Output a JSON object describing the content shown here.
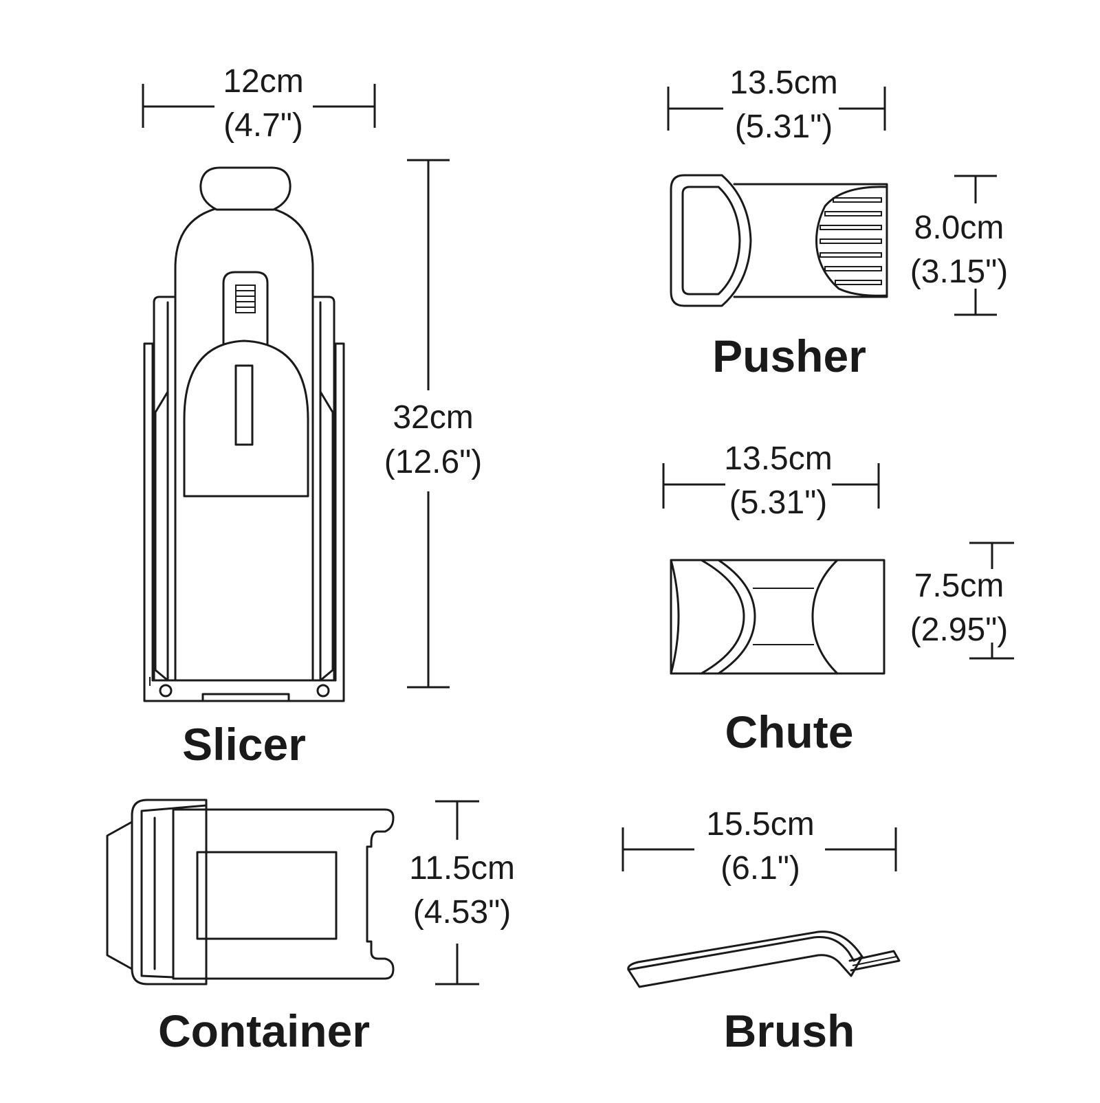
{
  "items": {
    "slicer": {
      "name": "Slicer",
      "width": {
        "cm": "12cm",
        "inch": "(4.7\")"
      },
      "height": {
        "cm": "32cm",
        "inch": "(12.6\")"
      }
    },
    "pusher": {
      "name": "Pusher",
      "width": {
        "cm": "13.5cm",
        "inch": "(5.31\")"
      },
      "height": {
        "cm": "8.0cm",
        "inch": "(3.15\")"
      }
    },
    "chute": {
      "name": "Chute",
      "width": {
        "cm": "13.5cm",
        "inch": "(5.31\")"
      },
      "height": {
        "cm": "7.5cm",
        "inch": "(2.95\")"
      }
    },
    "container": {
      "name": "Container",
      "height": {
        "cm": "11.5cm",
        "inch": "(4.53\")"
      }
    },
    "brush": {
      "name": "Brush",
      "width": {
        "cm": "15.5cm",
        "inch": "(6.1\")"
      }
    }
  }
}
